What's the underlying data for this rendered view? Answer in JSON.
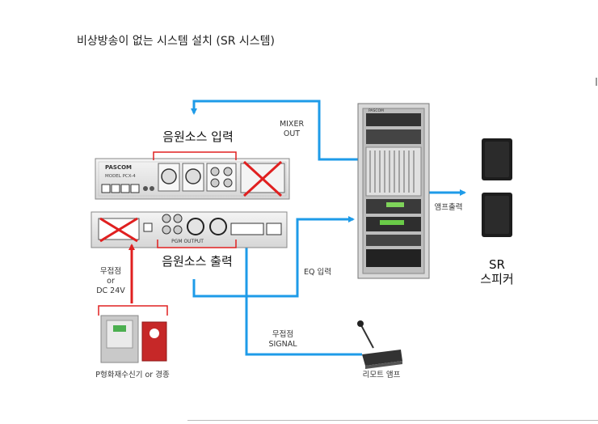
{
  "title": "비상방송이 없는 시스템 설치 (SR 시스템)",
  "labels": {
    "source_input": "음원소스 입력",
    "source_output": "음원소스 출력",
    "mixer_out_1": "MIXER",
    "mixer_out_2": "OUT",
    "eq_input": "EQ 입력",
    "amp_output": "앰프출력",
    "sr_1": "SR",
    "sr_2": "스피커",
    "contact_1": "무접점",
    "contact_2": "or",
    "contact_3": "DC 24V",
    "signal_1": "무접점",
    "signal_2": "SIGNAL",
    "fire_receiver": "P형화재수신기 or 경종",
    "remote_amp": "리모트 앰프",
    "brand": "PASCOM",
    "model": "MODEL  PCX-4",
    "pgm_output": "PGM OUTPUT",
    "rack_brand": "PASCOM"
  },
  "colors": {
    "arrow_blue": "#1e9be8",
    "cross_red": "#e02020",
    "bracket_red": "#e02020",
    "device_gray": "#e8e8e8"
  }
}
